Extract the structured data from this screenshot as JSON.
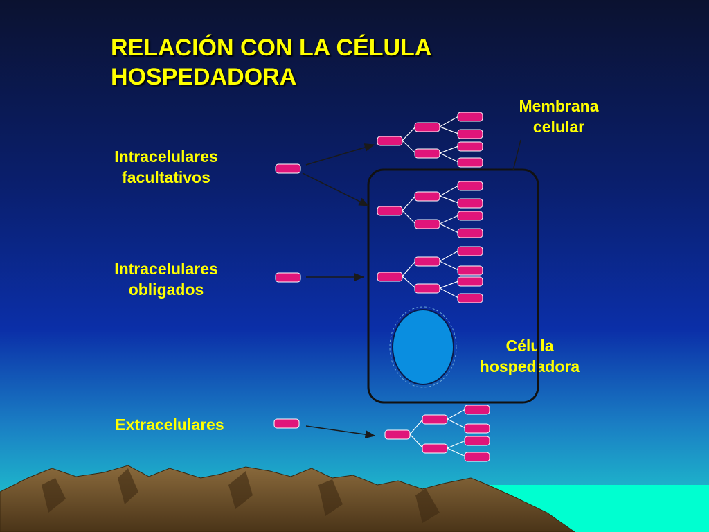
{
  "slide": {
    "title_line1": "RELACIÓN CON LA CÉLULA",
    "title_line2": "HOSPEDADORA"
  },
  "labels": {
    "facultativos_line1": "Intracelulares",
    "facultativos_line2": "facultativos",
    "obligados_line1": "Intracelulares",
    "obligados_line2": "obligados",
    "extracelulares": "Extracelulares",
    "membrana_line1": "Membrana",
    "membrana_line2": "celular",
    "celula_line1": "Célula",
    "celula_line2": "hospedadora"
  },
  "colors": {
    "sky_top": "#0b1230",
    "sky_mid": "#0b2a9a",
    "sky_low": "#1a7fc4",
    "sky_bottom": "#18d0d0",
    "text_yellow": "#ffff00",
    "bacteria": "#e0157a",
    "nucleus": "#0a8ee0",
    "mountain": "#6b4e2a",
    "sea": "#00ffd0"
  }
}
